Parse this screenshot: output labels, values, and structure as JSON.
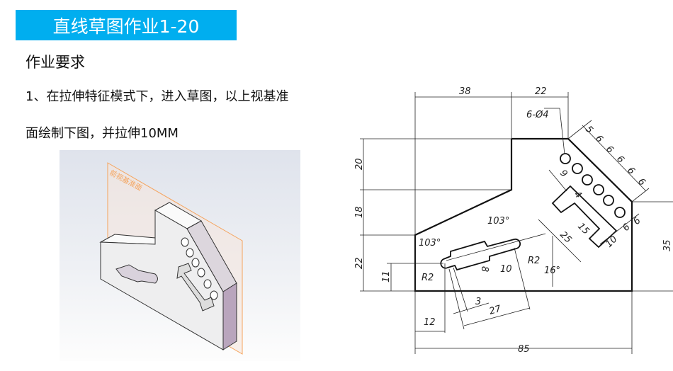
{
  "title": "直线草图作业1-20",
  "heading": "作业要求",
  "instruction_line1": "1、在拉伸特征模式下，进入草图，以上视基准",
  "instruction_line2": "面绘制下图，并拉伸10MM",
  "model": {
    "plane_label": "前视基准面",
    "plane_color": "#f5a35c",
    "accent_color": "#00aeef"
  },
  "dims": {
    "top_38": "38",
    "top_22": "22",
    "holes": "6-Ø4",
    "pitch_5": "5",
    "pitch_6a": "6",
    "pitch_6b": "6",
    "pitch_6c": "6",
    "pitch_6d": "6",
    "pitch_6e": "6",
    "d9": "9",
    "d4": "4",
    "d15": "15",
    "d25": "25",
    "d10r": "10",
    "d6r1": "6",
    "d6r2": "6",
    "d35": "35",
    "d20": "20",
    "d18": "18",
    "d22": "22",
    "d11": "11",
    "ang_top": "103°",
    "ang_left": "103°",
    "r2_left": "R2",
    "r2_right": "R2",
    "ang16": "16°",
    "d8": "8",
    "d10": "10",
    "d3": "3",
    "d27": "27",
    "d12": "12",
    "d85": "85"
  }
}
